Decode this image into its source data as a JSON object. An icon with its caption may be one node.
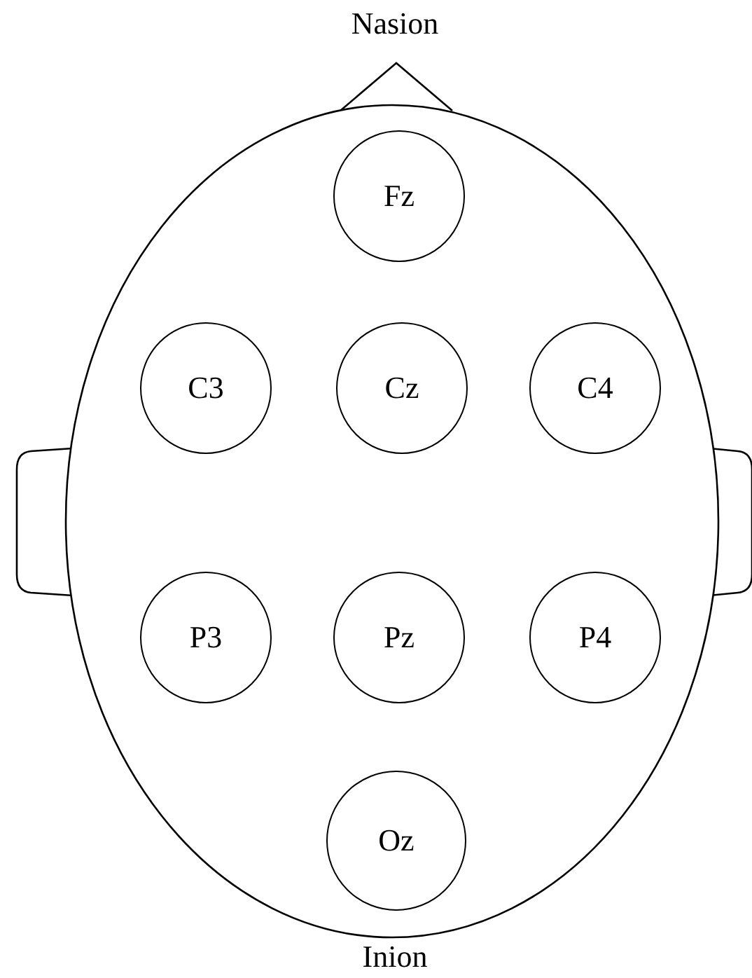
{
  "diagram": {
    "nodes": [
      {
        "text": [
          "Fz"
        ]
      },
      {
        "text": [
          "C3"
        ]
      },
      {
        "text": [
          "Cz"
        ]
      },
      {
        "text": [
          "C4"
        ]
      },
      {
        "text": [
          "P3"
        ]
      },
      {
        "text": [
          "Pz"
        ]
      },
      {
        "text": [
          "P4"
        ]
      },
      {
        "text": [
          "Oz"
        ]
      }
    ],
    "labels": [
      "Nasion",
      "Inion"
    ]
  }
}
